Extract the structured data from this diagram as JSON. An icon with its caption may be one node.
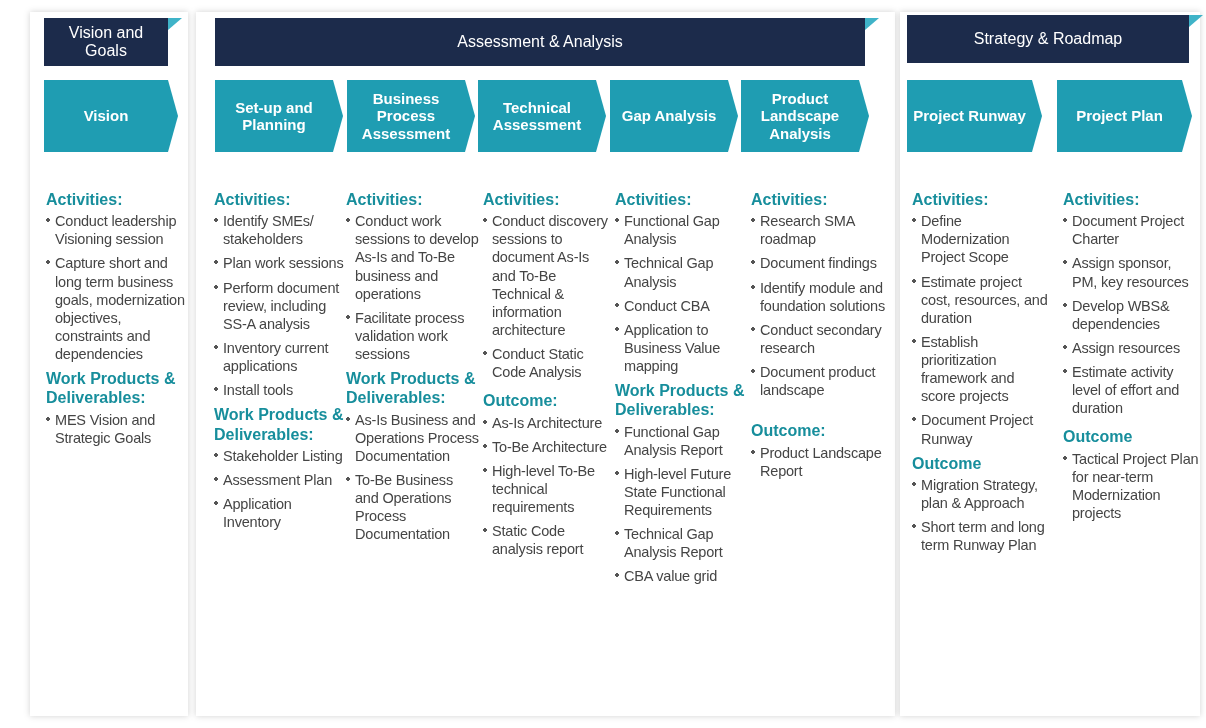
{
  "diagram": {
    "nodes": [
      {
        "text": [
          "Vision and Goals"
        ]
      },
      {
        "text": [
          "Assessment & Analysis"
        ]
      },
      {
        "text": [
          "Strategy & Roadmap"
        ]
      },
      {
        "text": [
          "Vision"
        ],
        "beside": [
          "Activities:",
          "Conduct leadership Visioning session",
          "Capture short and long term business goals, modernization objectives, constraints and dependencies",
          "Work Products & Deliverables:",
          "MES Vision and Strategic Goals"
        ]
      },
      {
        "text": [
          "Set-up and Planning"
        ],
        "beside": [
          "Activities:",
          "Identify SMEs/ stakeholders",
          "Plan work sessions",
          "Perform document review, including SS-A analysis",
          "Inventory current applications",
          "Install tools",
          "Work Products & Deliverables:",
          "Stakeholder Listing",
          "Assessment Plan",
          "Application Inventory"
        ]
      },
      {
        "text": [
          "Business Process Assessment"
        ],
        "beside": [
          "Activities:",
          "Conduct work sessions to develop As-Is and To-Be business and operations",
          "Facilitate process validation work sessions",
          "Work Products & Deliverables:",
          "As-Is Business and Operations Process Documentation",
          "To-Be Business and Operations Process Documentation"
        ]
      },
      {
        "text": [
          "Technical Assessment"
        ],
        "beside": [
          "Activities:",
          "Conduct discovery sessions to document As-Is and To-Be Technical & information architecture",
          "Conduct Static Code Analysis",
          "Outcome:",
          "As-Is Architecture",
          "To-Be Architecture",
          "High-level To-Be technical requirements",
          "Static Code analysis report"
        ]
      },
      {
        "text": [
          "Gap Analysis"
        ],
        "beside": [
          "Activities:",
          "Functional Gap Analysis",
          "Technical Gap Analysis",
          "Conduct CBA",
          "Application to Business Value mapping",
          "Work Products & Deliverables:",
          "Functional Gap Analysis Report",
          "High-level Future State Functional Requirements",
          "Technical Gap Analysis Report",
          "CBA value grid"
        ]
      },
      {
        "text": [
          "Product Landscape Analysis"
        ],
        "beside": [
          "Activities:",
          "Research SMA roadmap",
          "Document findings",
          "Identify module and foundation solutions",
          "Conduct secondary research",
          "Document product landscape",
          "Outcome:",
          "Product Landscape Report"
        ]
      },
      {
        "text": [
          "Project Runway"
        ],
        "beside": [
          "Activities:",
          "Define Modernization Project Scope",
          "Estimate project cost, resources, and duration",
          "Establish prioritization framework and score projects",
          "Document Project Runway",
          "Outcome",
          "Migration Strategy, plan & Approach",
          "Short term and long term Runway Plan"
        ]
      },
      {
        "text": [
          "Project Plan"
        ],
        "beside": [
          "Activities:",
          "Document Project Charter",
          "Assign sponsor, PM, key resources",
          "Develop WBS& dependencies",
          "Assign resources",
          "Estimate activity level of effort and duration",
          "Outcome",
          "Tactical Project Plan for near-term Modernization projects"
        ]
      }
    ]
  }
}
